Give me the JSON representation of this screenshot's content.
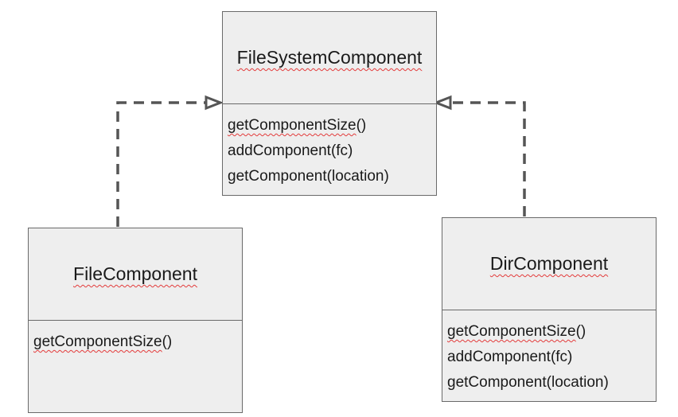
{
  "diagram": {
    "classes": {
      "filesystem": {
        "name": "FileSystemComponent",
        "methods": [
          {
            "name": "getComponentSize",
            "args": "()"
          },
          {
            "name": "addComponent",
            "args": "(fc)"
          },
          {
            "name": "getComponent",
            "args": "(location)"
          }
        ]
      },
      "file": {
        "name": "FileComponent",
        "methods": [
          {
            "name": "getComponentSize",
            "args": "()"
          }
        ]
      },
      "dir": {
        "name": "DirComponent",
        "methods": [
          {
            "name": "getComponentSize",
            "args": "()"
          },
          {
            "name": "addComponent",
            "args": "(fc)"
          },
          {
            "name": "getComponent",
            "args": "(location)"
          }
        ]
      }
    },
    "relations": [
      {
        "from": "FileComponent",
        "to": "FileSystemComponent",
        "type": "realization"
      },
      {
        "from": "DirComponent",
        "to": "FileSystemComponent",
        "type": "realization"
      }
    ],
    "colors": {
      "box_fill": "#eeeeee",
      "box_border": "#6a6a6a",
      "connector": "#555555",
      "spellcheck_underline": "#e33b3b"
    }
  }
}
